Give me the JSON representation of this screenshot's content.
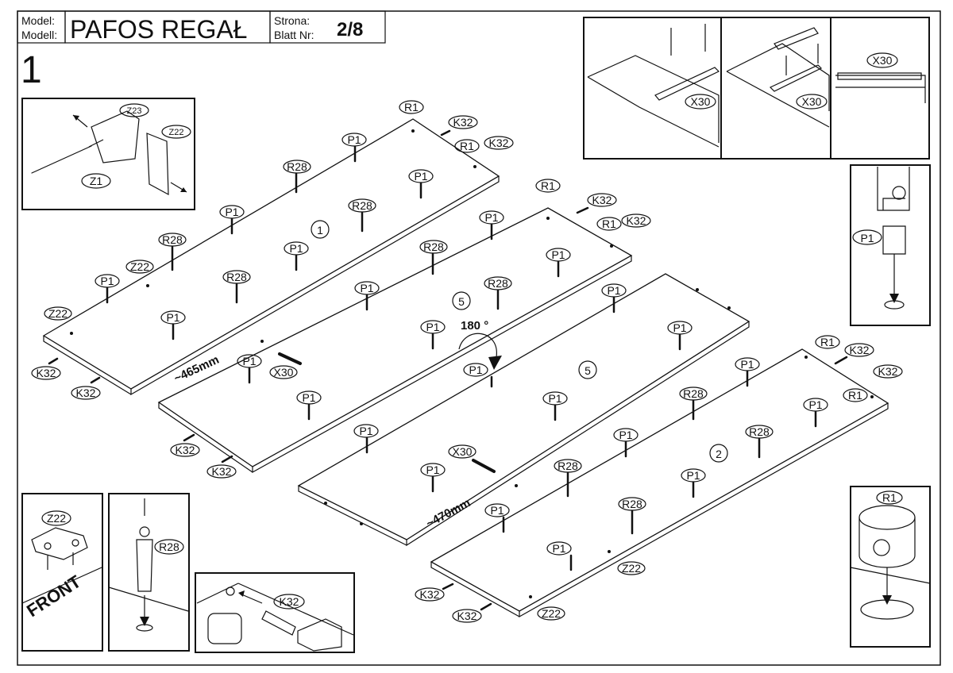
{
  "header": {
    "model_label_1": "Model:",
    "model_label_2": "Modell:",
    "model_name": "PAFOS REGAŁ",
    "page_label_1": "Strona:",
    "page_label_2": "Blatt Nr:",
    "page_number": "2/8"
  },
  "step_number": "1",
  "rotation_label": "180 °",
  "dimensions": {
    "top_panel": "~465mm",
    "bottom_panel": "~470mm"
  },
  "panel_numbers": {
    "panel_1": "1",
    "panel_5a": "5",
    "panel_5b": "5",
    "panel_2": "2"
  },
  "front_label": "FRONT",
  "part_codes": {
    "R1": "R1",
    "K32": "K32",
    "P1": "P1",
    "R28": "R28",
    "Z22": "Z22",
    "Z23": "Z23",
    "Z1": "Z1",
    "X30": "X30"
  },
  "colors": {
    "ink": "#111111",
    "paper": "#ffffff"
  }
}
